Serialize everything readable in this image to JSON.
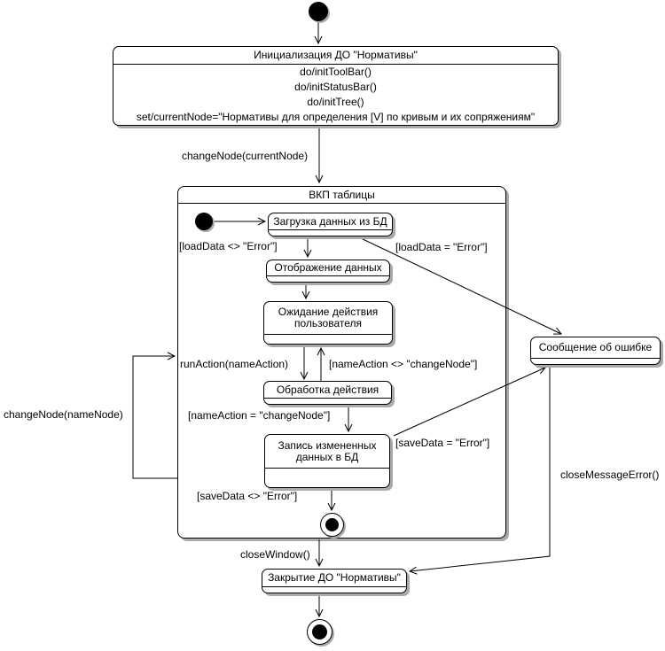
{
  "states": {
    "init": {
      "title": "Инициализация ДО \"Нормативы\"",
      "actions": [
        "do/initToolBar()",
        "do/initStatusBar()",
        "do/initTree()",
        "set/currentNode=\"Нормативы для определения [V] по кривым и их сопряжениям\""
      ]
    },
    "vkp": {
      "title": "ВКП таблицы"
    },
    "load_data": {
      "title": "Загрузка данных из БД"
    },
    "display_data": {
      "title": "Отображение данных"
    },
    "wait_user": {
      "title": "Ожидание действия пользователя"
    },
    "process_action": {
      "title": "Обработка действия"
    },
    "save_data": {
      "title": "Запись измененных данных в БД"
    },
    "error_message": {
      "title": "Сообщение об ошибке"
    },
    "close_do": {
      "title": "Закрытие ДО \"Нормативы\""
    }
  },
  "transitions": {
    "change_node_current": "changeNode(currentNode)",
    "load_data_ok": "[loadData <> \"Error\"]",
    "load_data_error": "[loadData = \"Error\"]",
    "run_action": "runAction(nameAction)",
    "name_action_not_change_node": "[nameAction <> \"changeNode\"]",
    "name_action_change_node": "[nameAction = \"changeNode\"]",
    "save_data_error": "[saveData = \"Error\"]",
    "save_data_ok": "[saveData <> \"Error\"]",
    "change_node_name": "changeNode(nameNode)",
    "close_window": "closeWindow()",
    "close_message_error": "closeMessageError()"
  },
  "colors": {
    "line": "#000000",
    "fill": "#ffffff",
    "shadow": "#aaaaaa",
    "text": "#000000"
  }
}
